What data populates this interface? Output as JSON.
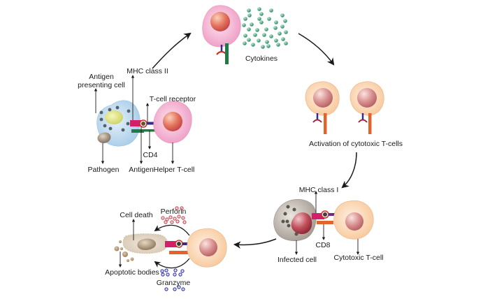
{
  "title": "T-cell mediated immune response cycle",
  "labels": {
    "antigen_presenting_cell_line1": "Antigen",
    "antigen_presenting_cell_line2": "presenting cell",
    "mhc_class_ii": "MHC class II",
    "t_cell_receptor": "T-cell receptor",
    "cd4": "CD4",
    "pathogen": "Pathogen",
    "antigen": "Antigen",
    "helper_t_cell": "Helper T-cell",
    "cytokines": "Cytokines",
    "activation": "Activation of cytotoxic T-cells",
    "mhc_class_i": "MHC class I",
    "cd8": "CD8",
    "infected_cell": "Infected cell",
    "cytotoxic_t_cell": "Cytotoxic T-cell",
    "cell_death": "Cell death",
    "perforin": "Perforin",
    "apoptotic_bodies": "Apoptotic bodies",
    "granzyme": "Granzyme"
  },
  "colors": {
    "apc_fill": "#bcd9ee",
    "apc_nucleus": "#e2e59a",
    "helper_fill": "#f3b3d3",
    "helper_nucleus": "#e06860",
    "cytotoxic_fill": "#fbd9b7",
    "cytotoxic_nucleus": "#d88c88",
    "infected_fill": "#b9b0a8",
    "infected_nucleus": "#c0505c",
    "mhc_ii": "#d31f6a",
    "mhc_i": "#d31f6a",
    "cd4": "#1f7a45",
    "cd8": "#e2642a",
    "tcr": "#3a2a8a",
    "cytokine": "#3c9a72",
    "perforin": "#c04050",
    "granzyme": "#2a2aa0",
    "arrow": "#1a1a1a"
  }
}
